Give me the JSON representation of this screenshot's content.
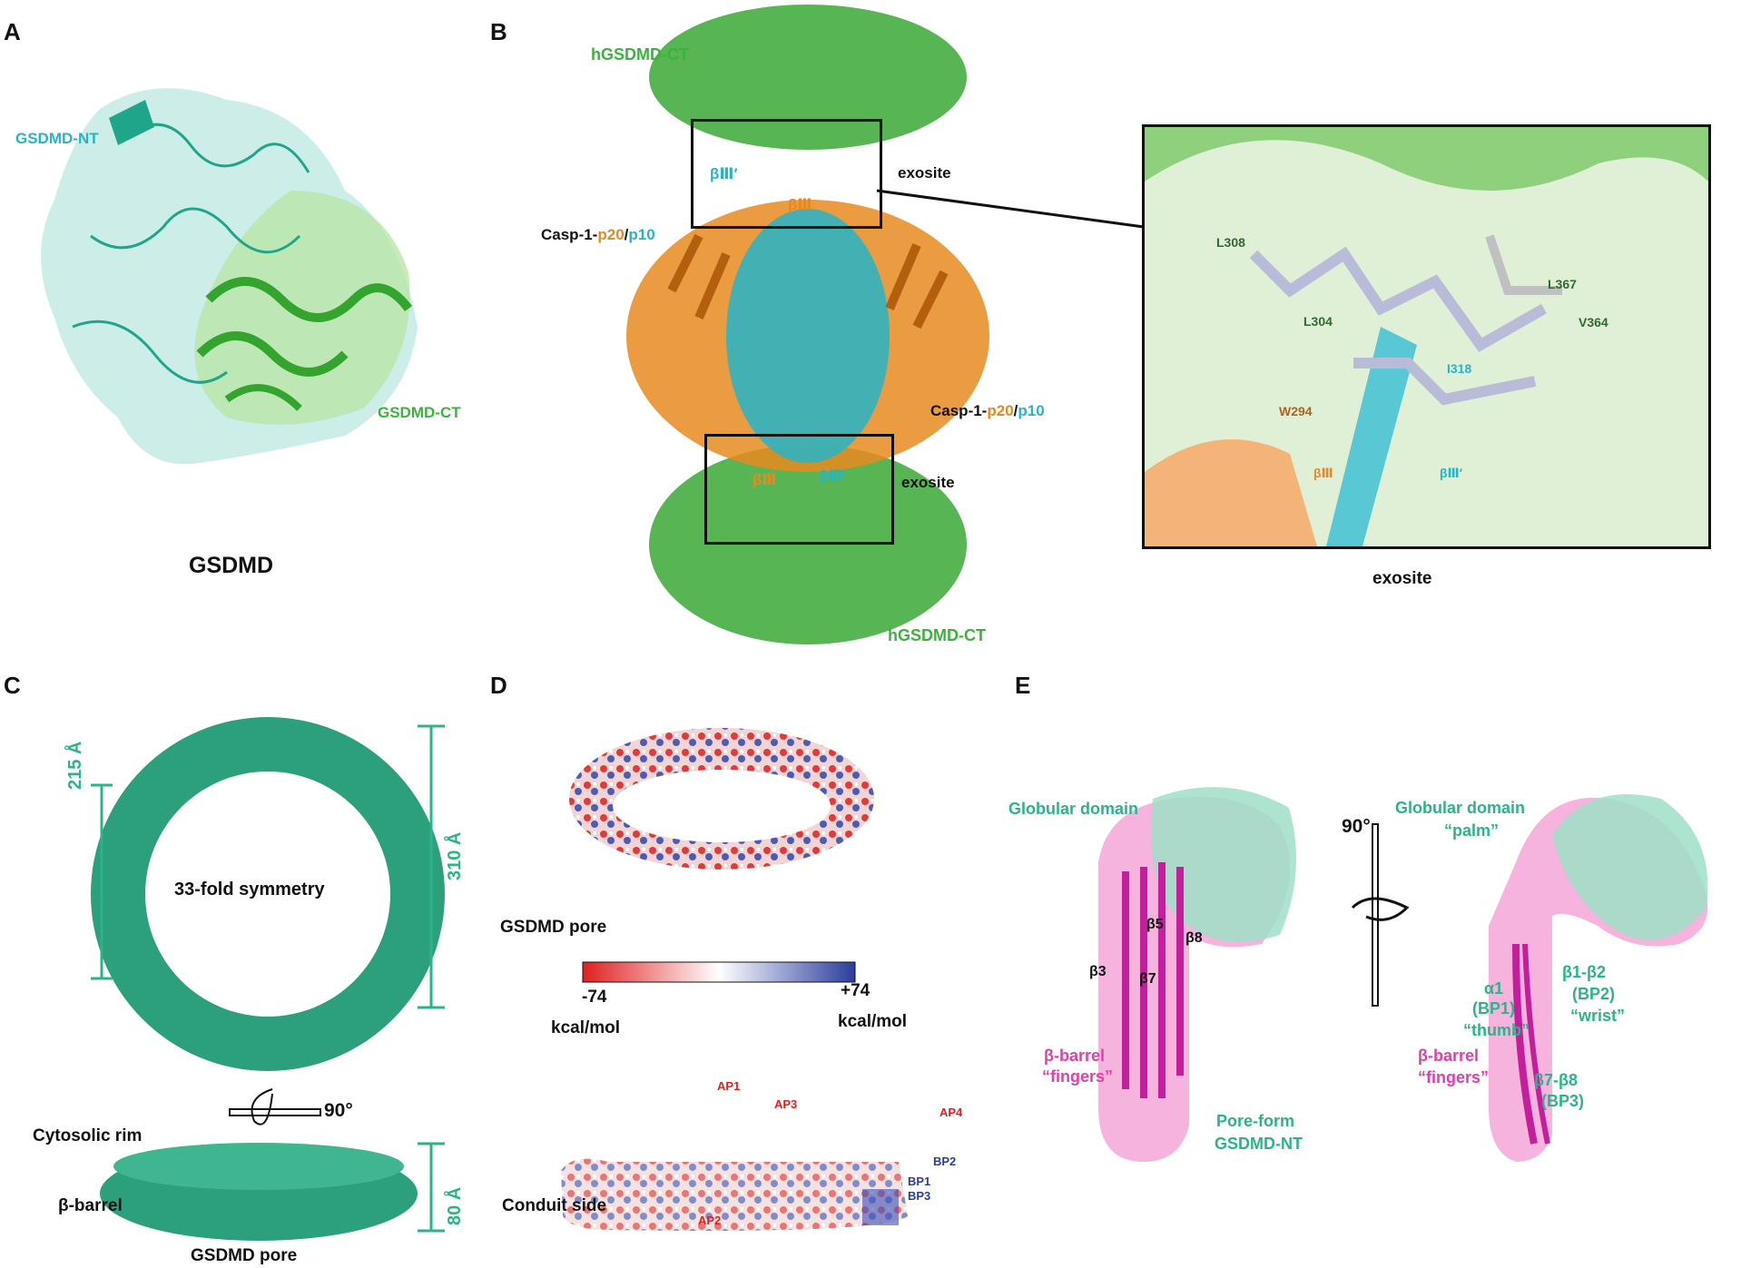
{
  "panels": {
    "A": {
      "letter": "A",
      "labels": {
        "nt": "GSDMD-NT",
        "ct": "GSDMD-CT",
        "title": "GSDMD"
      }
    },
    "B": {
      "letter": "B",
      "labels": {
        "ct_top": "hGSDMD-CT",
        "ct_bottom": "hGSDMD-CT",
        "exosite_top": "exosite",
        "exosite_bottom": "exosite",
        "casp_left_prefix": "Casp-1-",
        "casp_p20": "p20",
        "casp_sep": "/",
        "casp_p10": "p10",
        "beta3_prime": "βⅢ′",
        "beta3": "βⅢ",
        "inset_caption": "exosite"
      },
      "inset_residues": [
        "L308",
        "L304",
        "L367",
        "V364",
        "I318",
        "W294",
        "βⅢ",
        "βⅢ′"
      ]
    },
    "C": {
      "letter": "C",
      "labels": {
        "symmetry": "33-fold symmetry",
        "inner": "215 Å",
        "outer": "310 Å",
        "rotation": "90°",
        "rim": "Cytosolic rim",
        "barrel": "β-barrel",
        "height": "80 Å",
        "title": "GSDMD pore"
      }
    },
    "D": {
      "letter": "D",
      "labels": {
        "pore": "GSDMD pore",
        "min": "-74",
        "max": "+74",
        "unit_left": "kcal/mol",
        "unit_right": "kcal/mol",
        "conduit": "Conduit side",
        "ap1": "AP1",
        "ap2": "AP2",
        "ap3": "AP3",
        "ap4": "AP4",
        "bp1": "BP1",
        "bp2": "BP2",
        "bp3": "BP3"
      },
      "colors": {
        "neg": "#e02020",
        "mid": "#ffffff",
        "pos": "#2a3d9c"
      }
    },
    "E": {
      "letter": "E",
      "labels": {
        "glob_left": "Globular domain",
        "glob_right": "Globular domain",
        "palm": "“palm”",
        "b5": "β5",
        "b8": "β8",
        "b3": "β3",
        "b7": "β7",
        "barrel_left": "β-barrel",
        "fingers_left": "“fingers”",
        "barrel_right": "β-barrel",
        "fingers_right": "“fingers”",
        "poreform": "Pore-form",
        "ntlabel": "GSDMD-NT",
        "rot": "90°",
        "a1": "α1",
        "bp1": "(BP1)",
        "thumb": "“thumb”",
        "b1b2": "β1-β2",
        "bp2": "(BP2)",
        "wrist": "“wrist”",
        "b7b8": "β7-β8",
        "bp3": "(BP3)"
      }
    }
  }
}
